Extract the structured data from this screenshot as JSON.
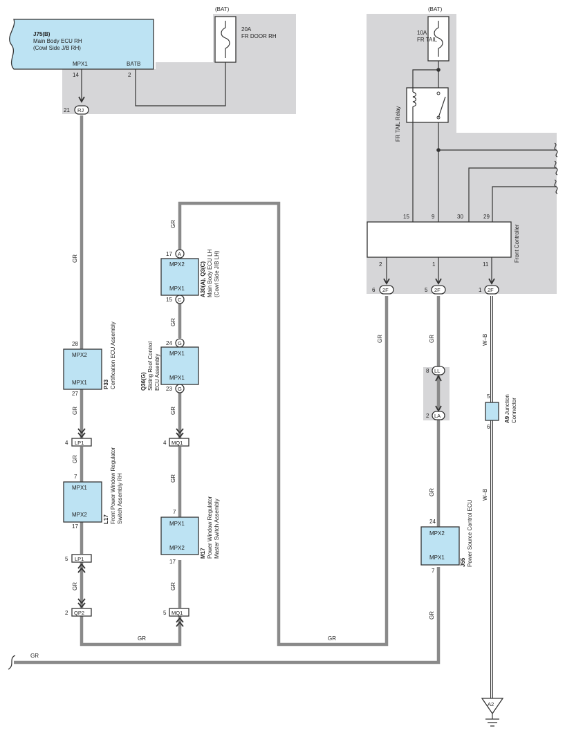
{
  "colors": {
    "shade": "#d6d6d8",
    "component_fill": "#bde3f3",
    "wire_gray": "#8a8a8a",
    "thin_wire": "#333333"
  },
  "j75": {
    "code": "J75(B)",
    "name1": "Main Body ECU RH",
    "name2": "(Cowl Side J/B RH)",
    "pin_mpx1": "MPX1",
    "pin_batb": "BATB",
    "pin14": "14",
    "pin2": "2"
  },
  "fuse_door": {
    "bat": "(BAT)",
    "rating": "20A",
    "name": "FR DOOR RH"
  },
  "fuse_tail": {
    "bat": "(BAT)",
    "rating": "10A",
    "name": "FR TAIL"
  },
  "relay": {
    "name": "FR TAIL Relay"
  },
  "front_controller": {
    "name": "Front Controller",
    "pins_top": [
      "15",
      "9",
      "30",
      "29"
    ],
    "pins_bottom": [
      "2",
      "1",
      "11"
    ]
  },
  "connectors": {
    "rj": {
      "label": "RJ",
      "pin": "21"
    },
    "f2_a": {
      "label": "2F",
      "pin": "6"
    },
    "f2_b": {
      "label": "2F",
      "pin": "5"
    },
    "f2_c": {
      "label": "2F",
      "pin": "1"
    },
    "ll": {
      "label": "LL",
      "pin": "8"
    },
    "la": {
      "label": "LA",
      "pin": "2"
    },
    "lp1_a": {
      "label": "LP1",
      "pin": "4"
    },
    "lp1_b": {
      "label": "LP1",
      "pin": "5"
    },
    "qp2": {
      "label": "QP2",
      "pin": "2"
    },
    "mq1_a": {
      "label": "MQ1",
      "pin": "4"
    },
    "mq1_b": {
      "label": "MQ1",
      "pin": "5"
    },
    "a_conn": {
      "label": "A",
      "pin": "17"
    },
    "c_conn": {
      "label": "C",
      "pin": "15"
    },
    "g_a": {
      "label": "G",
      "pin": "24"
    },
    "g_b": {
      "label": "G",
      "pin": "23"
    }
  },
  "p33": {
    "code": "P33",
    "name1": "Certification ECU Assembly",
    "top": "MPX2",
    "bottom": "MPX1",
    "pin_top": "28",
    "pin_bottom": "27"
  },
  "l17": {
    "code": "L17",
    "name1": "Front Power Window Regulator",
    "name2": "Switch Assembly RH",
    "top": "MPX1",
    "bottom": "MPX2",
    "pin_top": "7",
    "pin_bottom": "17"
  },
  "a30": {
    "code": "A30(A), Q3(C)",
    "name1": "Main Body ECU LH",
    "name2": "(Cowl Side J/B LH)",
    "top": "MPX2",
    "bottom": "MPX1"
  },
  "q36": {
    "code": "Q36(G)",
    "name1": "Sliding Roof Control",
    "name2": "ECU Assembly",
    "top": "MPX1",
    "bottom": "MPX1"
  },
  "m17": {
    "code": "M17",
    "name1": "Power Window Regulator",
    "name2": "Master Switch Assembly",
    "top": "MPX1",
    "bottom": "MPX2",
    "pin_top": "7",
    "pin_bottom": "17"
  },
  "j55": {
    "code": "J55",
    "name1": "Power Source Control ECU",
    "top": "MPX2",
    "bottom": "MPX1",
    "pin_top": "24",
    "pin_bottom": "7"
  },
  "a9": {
    "code": "A9",
    "name1": "Junction",
    "name2": "Connector",
    "pin_top": "5",
    "pin_bottom": "6"
  },
  "ground": {
    "label": "A2"
  },
  "wire_labels": {
    "gr": "GR",
    "wb": "W–B"
  }
}
